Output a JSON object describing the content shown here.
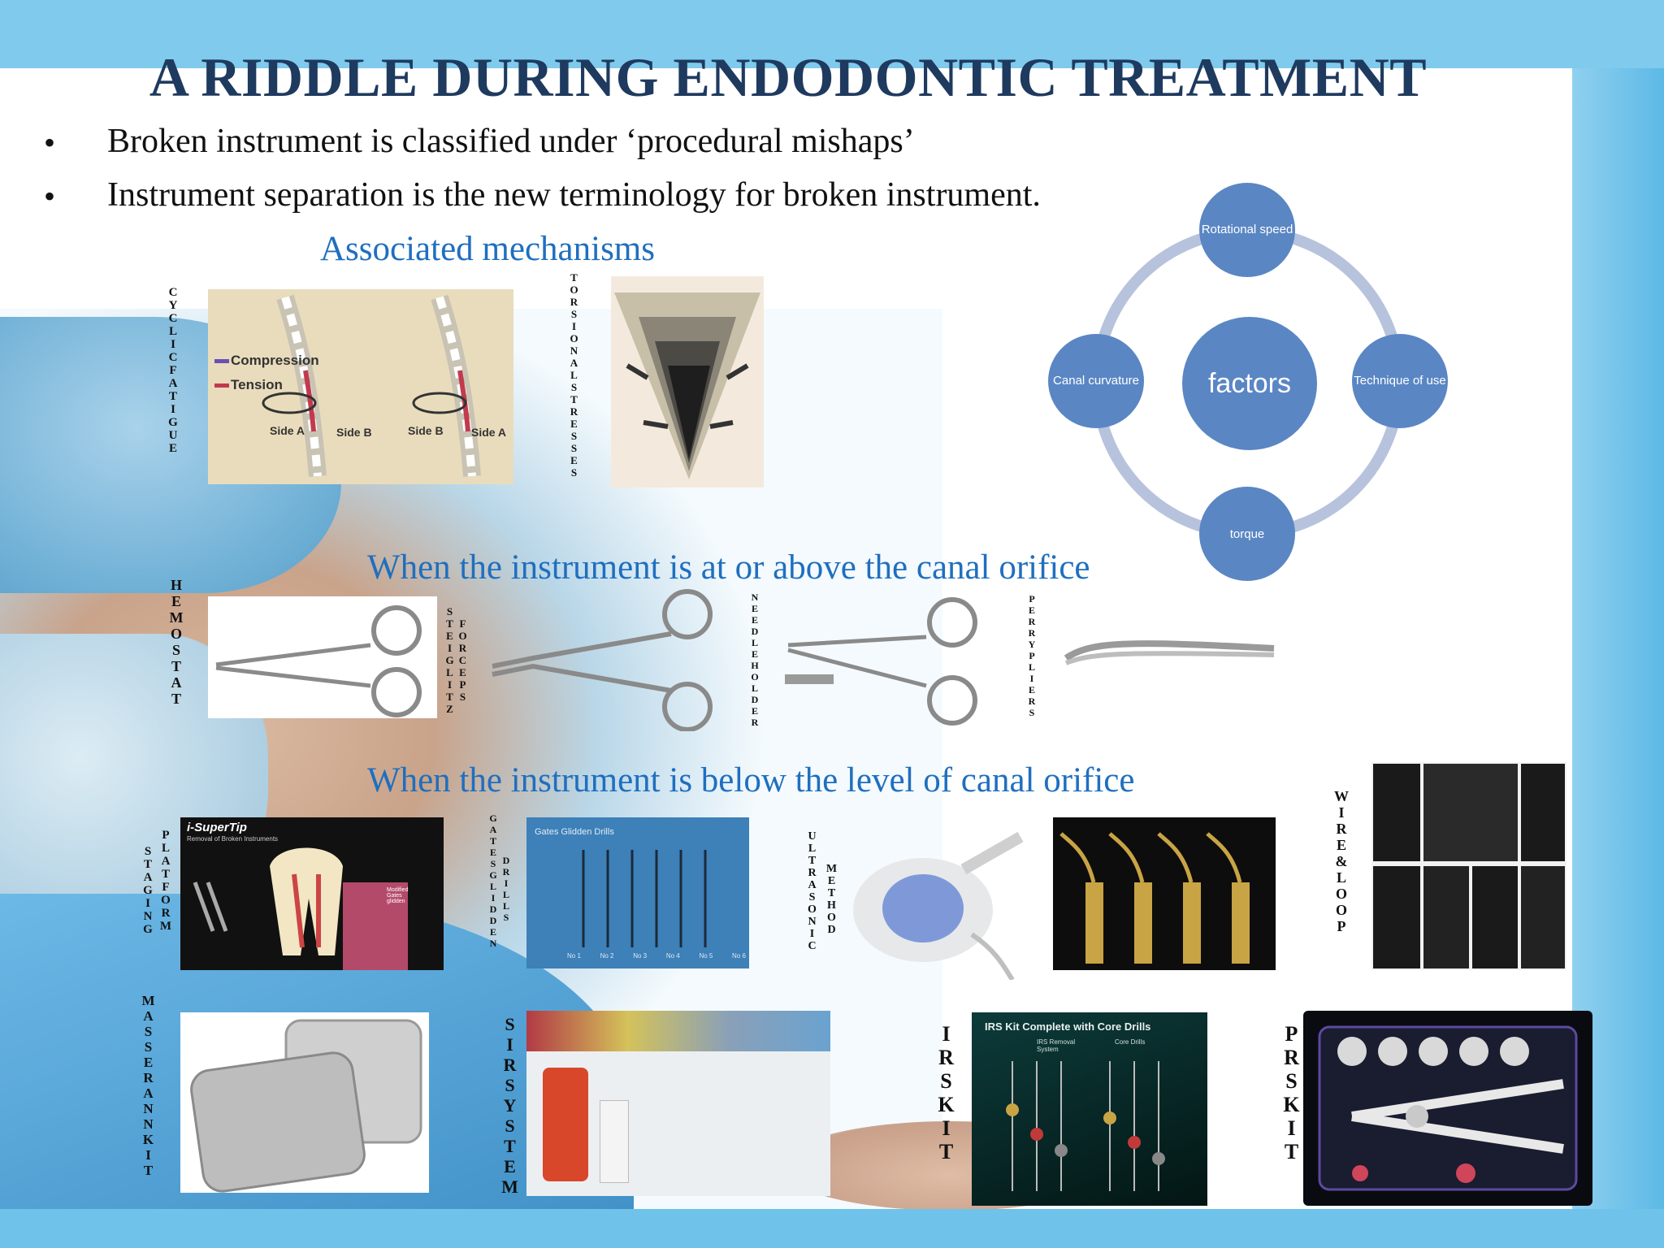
{
  "title": "A RIDDLE DURING ENDODONTIC TREATMENT",
  "bullets": [
    "Broken instrument is classified under ‘procedural mishaps’",
    "Instrument separation is the new terminology for broken instrument."
  ],
  "bullet_symbol": "•",
  "headings": {
    "mechanisms": "Associated mechanisms",
    "above_orifice": "When the instrument is at or above the canal orifice",
    "below_orifice": "When the instrument is below the level of canal orifice"
  },
  "factors": {
    "center": "factors",
    "top": "Rotational speed",
    "right": "Technique of use",
    "bottom": "torque",
    "left": "Canal curvature",
    "colors": {
      "circle": "#5a86c4",
      "ring": "#b7c3dc"
    }
  },
  "fatigue_figure": {
    "legend_compression": "Compression",
    "legend_tension": "Tension",
    "side_a1": "Side A",
    "side_b1": "Side B",
    "side_b2": "Side B",
    "side_a2": "Side A"
  },
  "labels": {
    "cyclic_fatigue": "CYCLICFATIGUE",
    "torsional_stresses": "TORSIONALSTRESSES",
    "hemostat": "HEMOSTAT",
    "steiglitz_col1": "STEIGLITZ",
    "steiglitz_col2": "FORCEPS",
    "needle_holder": "NEEDLEHOLDER",
    "perry_pliers": "PERRYPLIERS",
    "staging_col1": "STAGING",
    "staging_col2": "PLATFORM",
    "gates_col1": "GATESGLIDDEN",
    "gates_col2": "DRILLS",
    "ultrasonic_col1": "ULTRASONIC",
    "ultrasonic_col2": "METHOD",
    "wire_loop": "WIRE&LOOP",
    "masserann": "MASSERANNKIT",
    "sirsystem": "SIRSYSTEM",
    "irs_kit": "IRSKIT",
    "prs_kit": "PRSKIT"
  },
  "photo_texts": {
    "supertip_title": "i-SuperTip",
    "supertip_sub": "Removal of Broken Instruments",
    "supertip_note": "Modified Gates glidden",
    "gates_title": "Gates Glidden Drills",
    "gates_nums": [
      "No 1",
      "No 2",
      "No 3",
      "No 4",
      "No 5",
      "No 6"
    ],
    "irs_title": "IRS Kit Complete with Core Drills",
    "irs_sub1": "IRS Removal System",
    "irs_sub2": "Core Drills"
  }
}
